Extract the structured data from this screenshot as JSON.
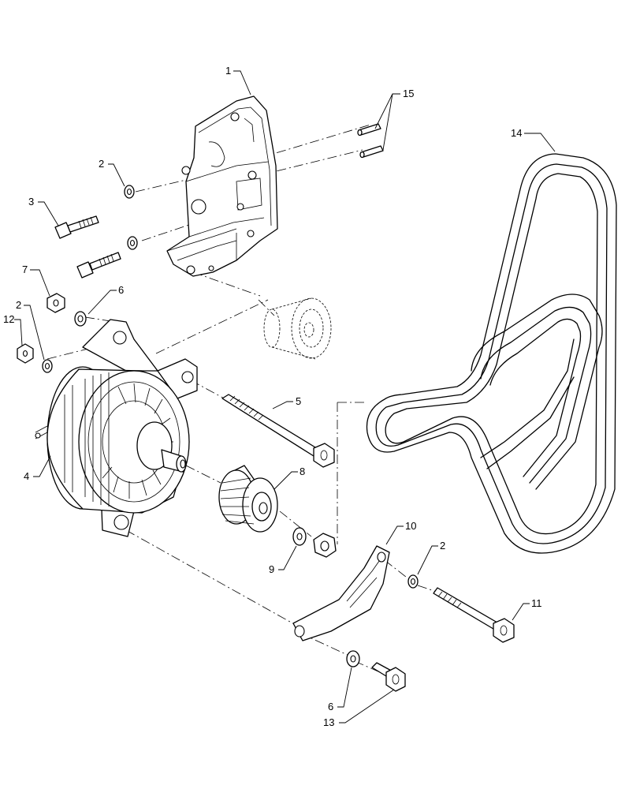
{
  "callouts": {
    "c1": "1",
    "c2a": "2",
    "c2b": "2",
    "c2c": "2",
    "c3": "3",
    "c4": "4",
    "c5": "5",
    "c6a": "6",
    "c6b": "6",
    "c7": "7",
    "c8": "8",
    "c9": "9",
    "c10": "10",
    "c11": "11",
    "c12": "12",
    "c13": "13",
    "c14": "14",
    "c15": "15"
  }
}
